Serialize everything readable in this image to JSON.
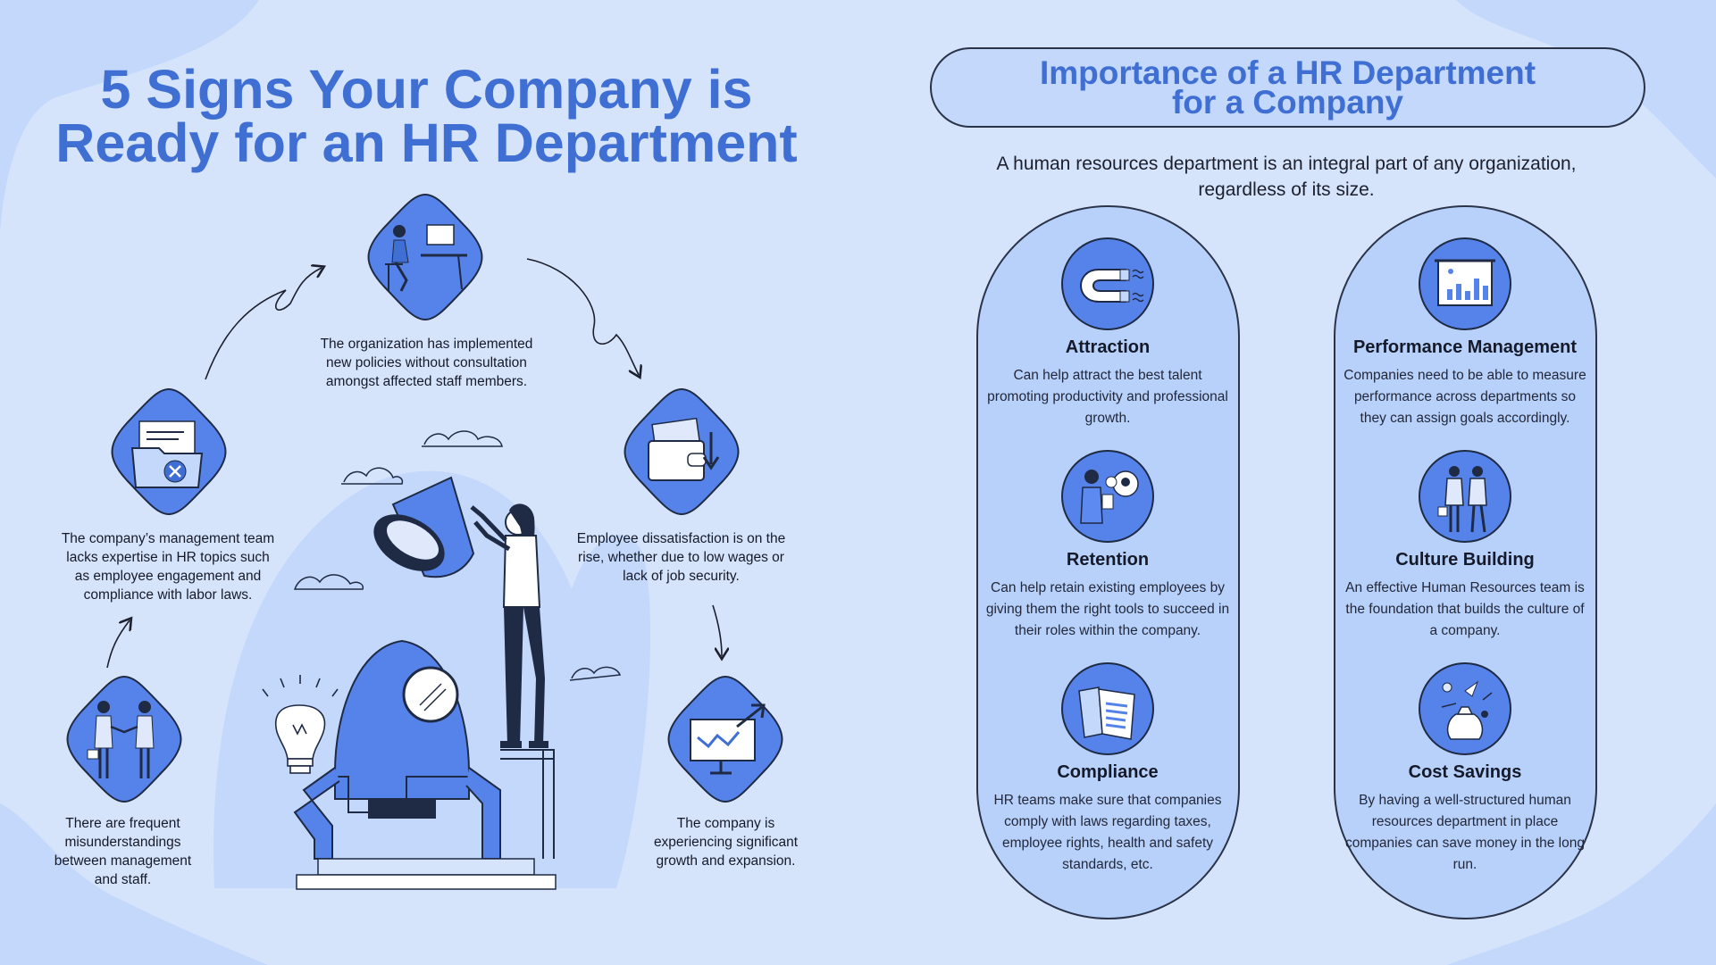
{
  "left": {
    "title_line1": "5 Signs Your Company is",
    "title_line2": "Ready for an HR Department",
    "signs": [
      {
        "icon": "office-desk-icon",
        "text": "The organization has implemented new policies without consultation amongst affected staff members."
      },
      {
        "icon": "money-wallet-icon",
        "text": "Employee dissatisfaction is on the rise, whether due to low wages or lack of job security."
      },
      {
        "icon": "monitor-growth-icon",
        "text": "The company is experiencing significant growth and expansion."
      },
      {
        "icon": "folder-reject-icon",
        "text": "The company’s management team lacks expertise in HR topics such as employee engagement and compliance with labor laws."
      },
      {
        "icon": "handshake-icon",
        "text": "There are frequent misunderstandings between management and staff."
      }
    ],
    "illustration": "woman-launching-rocket-illustration"
  },
  "right": {
    "title_line1": "Importance of a HR Department",
    "title_line2": "for a Company",
    "intro_line1": "A human resources department is an integral part of any organization,",
    "intro_line2": "regardless of its size.",
    "benefits": [
      {
        "title": "Attraction",
        "icon": "magnet-icon",
        "description": "Can help attract the best talent promoting productivity and professional growth."
      },
      {
        "title": "Retention",
        "icon": "person-speech-icon",
        "description": "Can help retain existing employees by giving them the right tools to succeed in their roles within the company."
      },
      {
        "title": "Compliance",
        "icon": "documents-icon",
        "description": "HR teams make sure that companies comply with laws regarding taxes, employee rights, health and safety standards, etc."
      },
      {
        "title": "Performance Management",
        "icon": "bar-chart-board-icon",
        "description": "Companies need to be able to measure performance across departments so they can assign goals accordingly."
      },
      {
        "title": "Culture Building",
        "icon": "two-people-icon",
        "description": "An effective Human Resources team is the foundation that builds the culture of a company."
      },
      {
        "title": "Cost Savings",
        "icon": "money-bag-icon",
        "description": "By having a well-structured human resources department in place companies can save money in the long run."
      }
    ]
  },
  "colors": {
    "background": "#d6e4fb",
    "accent": "#3f6fd3",
    "icon_fill": "#5683ea",
    "pill_fill": "#b8d1fb"
  }
}
